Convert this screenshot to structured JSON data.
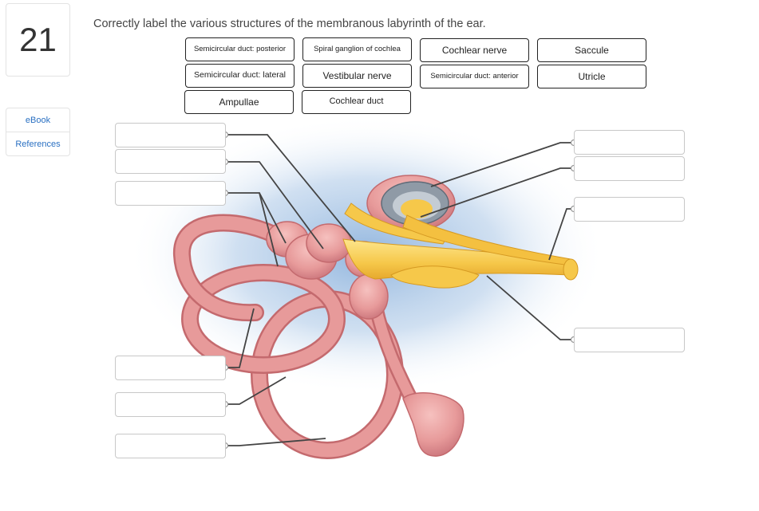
{
  "question": {
    "number": "21",
    "prompt": "Correctly label the various structures of the membranous labyrinth of the ear."
  },
  "sidebar": {
    "links": [
      {
        "label": "eBook"
      },
      {
        "label": "References"
      }
    ]
  },
  "word_bank": [
    {
      "label": "Semicircular duct: posterior"
    },
    {
      "label": "Spiral ganglion of cochlea"
    },
    {
      "label": "Cochlear nerve"
    },
    {
      "label": "Saccule"
    },
    {
      "label": "Semicircular duct: lateral"
    },
    {
      "label": "Vestibular nerve"
    },
    {
      "label": "Semicircular duct: anterior"
    },
    {
      "label": "Utricle"
    },
    {
      "label": "Ampullae"
    },
    {
      "label": "Cochlear duct"
    }
  ],
  "drop_targets": {
    "left_count": 6,
    "right_count": 4,
    "filled": []
  },
  "colors": {
    "duct": "#e79a9a",
    "duct_edge": "#c46a6e",
    "nerve": "#f6c84a",
    "glow": "#7fa9d8",
    "cochlea_shell": "#8f9aa6",
    "link": "#2a70c2"
  }
}
